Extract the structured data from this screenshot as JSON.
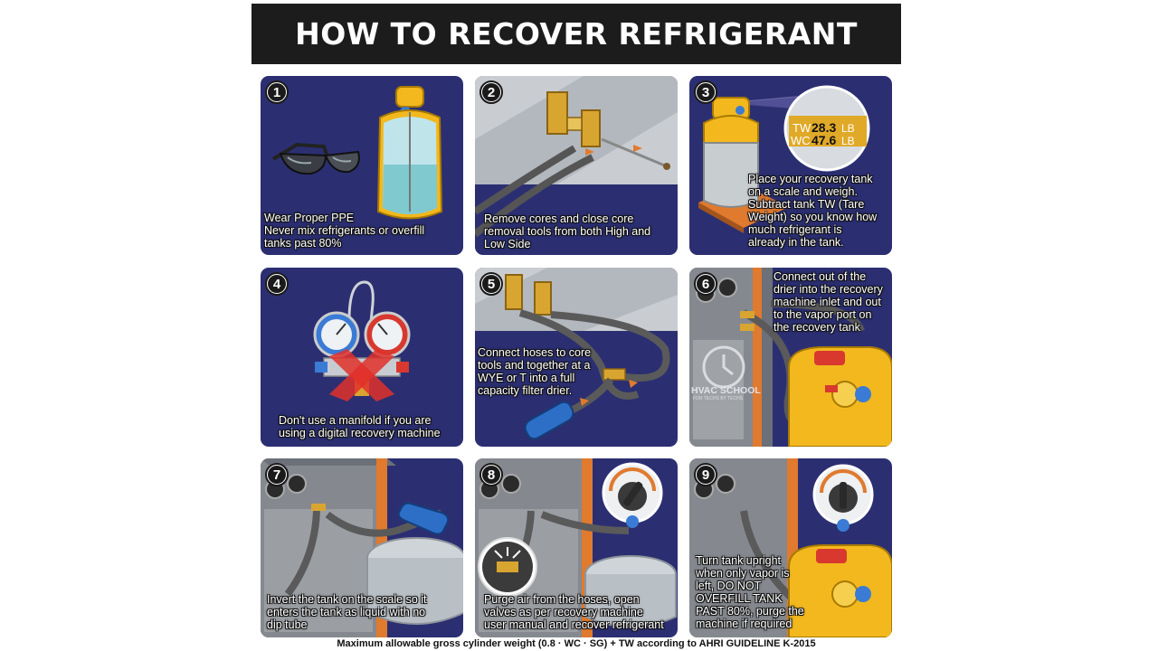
{
  "title": "HOW TO RECOVER REFRIGERANT",
  "footer": "Maximum allowable gross cylinder weight (0.8 · WC · SG) + TW according to AHRI GUIDELINE K-2015",
  "colors": {
    "panel_bg": "#2b2f72",
    "tank_yellow": "#f2b81e",
    "tank_gray": "#c8cdd0",
    "brass": "#d9a531",
    "orange_accent": "#e07a2e",
    "hose_gray": "#5a5a5a"
  },
  "steps": [
    {
      "number": "1",
      "lines": [
        "Wear Proper PPE",
        "Never mix refrigerants or overfill",
        "tanks past 80%"
      ],
      "icons": [
        "safety-glasses-icon",
        "cutaway-tank-icon"
      ]
    },
    {
      "number": "2",
      "lines": [
        "Remove cores and close core",
        "removal tools from both High and",
        "Low Side"
      ],
      "icons": [
        "core-removal-tool-icon"
      ]
    },
    {
      "number": "3",
      "lines": [
        "Place your recovery tank",
        "on a scale and weigh.",
        "Subtract tank TW (Tare",
        "Weight) so you know how",
        "much refrigerant is",
        "already in the tank."
      ],
      "stamp": {
        "tw_label": "TW",
        "tw_value": "28.3",
        "tw_unit": "LB",
        "wc_label": "WC",
        "wc_value": "47.6",
        "wc_unit": "LB"
      },
      "icons": [
        "recovery-tank-icon",
        "scale-icon"
      ]
    },
    {
      "number": "4",
      "lines": [
        "Don't use a manifold if you are",
        "using a digital recovery machine"
      ],
      "icons": [
        "manifold-gauge-icon",
        "cross-out-icon"
      ]
    },
    {
      "number": "5",
      "lines": [
        "Connect hoses to core",
        "tools and together at a",
        "WYE or T into a full",
        "capacity filter drier."
      ],
      "icons": [
        "wye-fitting-icon",
        "filter-drier-icon"
      ]
    },
    {
      "number": "6",
      "lines": [
        "Connect out of the",
        "drier into the recovery",
        "machine inlet and out",
        "to the vapor port on",
        "the recovery tank"
      ],
      "watermark": {
        "brand": "HVAC SCHOOL",
        "tagline": "FOR TECHS BY TECHS"
      },
      "icons": [
        "recovery-machine-icon",
        "recovery-tank-icon"
      ]
    },
    {
      "number": "7",
      "lines": [
        "Invert the tank on the scale so it",
        "enters the tank as liquid with no",
        "dip tube"
      ],
      "icons": [
        "recovery-machine-icon",
        "scale-icon"
      ]
    },
    {
      "number": "8",
      "lines": [
        "Purge air from the hoses, open",
        "valves as per recovery machine",
        "user manual and recover refrigerant"
      ],
      "icons": [
        "recovery-machine-icon",
        "dial-icon",
        "purge-fitting-icon"
      ]
    },
    {
      "number": "9",
      "lines": [
        "Turn tank upright",
        "when only vapor is",
        "left, DO NOT",
        "OVERFILL TANK",
        "PAST 80%, purge the",
        "machine if required"
      ],
      "icons": [
        "dial-icon",
        "recovery-tank-icon"
      ]
    }
  ]
}
